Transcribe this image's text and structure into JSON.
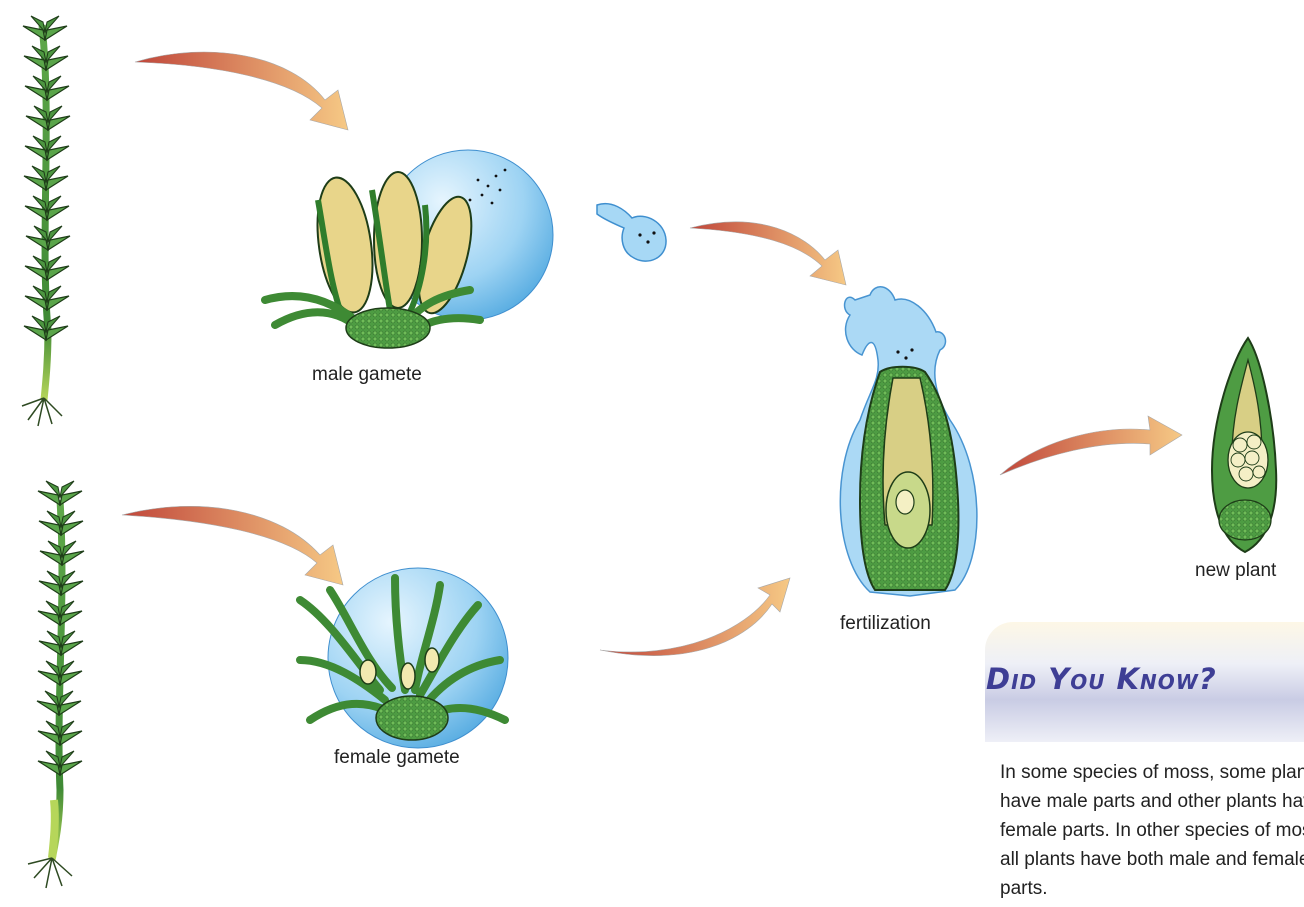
{
  "labels": {
    "male_gamete": "male gamete",
    "female_gamete": "female gamete",
    "fertilization": "fertilization",
    "new_plant": "new plant"
  },
  "did_you_know": {
    "title": "Did You Know?",
    "body": "In some species of moss, some plants have male parts and other plants have female parts. In other species of moss, all plants have both male and female parts."
  },
  "colors": {
    "moss_green": "#4f9a3b",
    "water_blue": "#8ecbef",
    "arrow_start": "#c0463a",
    "arrow_end": "#f6c985",
    "accent_purple": "#3e3e95"
  }
}
